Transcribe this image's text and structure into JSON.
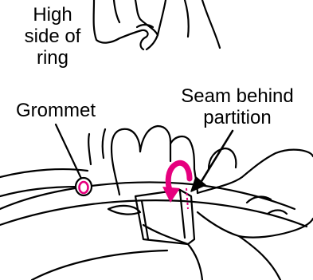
{
  "labels": {
    "high_side": [
      "High",
      "side of",
      "ring"
    ],
    "grommet": "Grommet",
    "seam": [
      "Seam behind",
      "partition"
    ]
  },
  "colors": {
    "line": "#000000",
    "accent": "#e6007e",
    "background": "#ffffff"
  },
  "icons": {
    "rotation_arrow": "curved-arrow-icon",
    "grommet": "grommet-icon"
  }
}
